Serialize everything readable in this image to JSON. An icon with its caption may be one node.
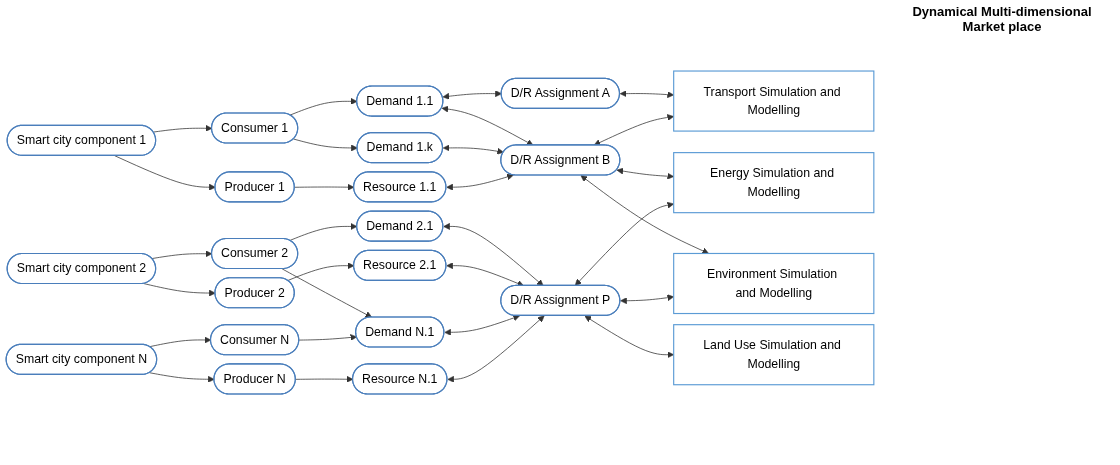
{
  "diagram": {
    "title": "Dynamical Multi-dimensional Market place",
    "nodes": [
      {
        "text": [
          "Smart city component 1"
        ]
      },
      {
        "text": [
          "Smart city component 2"
        ]
      },
      {
        "text": [
          "Smart city component N"
        ]
      },
      {
        "text": [
          "Consumer 1"
        ]
      },
      {
        "text": [
          "Producer 1"
        ]
      },
      {
        "text": [
          "Consumer 2"
        ]
      },
      {
        "text": [
          "Producer 2"
        ]
      },
      {
        "text": [
          "Consumer N"
        ]
      },
      {
        "text": [
          "Producer N"
        ]
      },
      {
        "text": [
          "Demand 1.1"
        ]
      },
      {
        "text": [
          "Demand 1.k"
        ]
      },
      {
        "text": [
          "Resource 1.1"
        ]
      },
      {
        "text": [
          "Demand 2.1"
        ]
      },
      {
        "text": [
          "Resource 2.1"
        ]
      },
      {
        "text": [
          "Demand N.1"
        ]
      },
      {
        "text": [
          "Resource N.1"
        ]
      },
      {
        "text": [
          "D/R Assignment A"
        ]
      },
      {
        "text": [
          "D/R Assignment B"
        ]
      },
      {
        "text": [
          "D/R Assignment P"
        ]
      },
      {
        "text": [
          "Transport Simulation and Modelling"
        ]
      },
      {
        "text": [
          "Energy Simulation and Modelling"
        ]
      },
      {
        "text": [
          "Land Use Simulation and Modelling"
        ]
      },
      {
        "text": [
          "Environment Simulation and Modelling"
        ]
      }
    ],
    "edges": [
      {
        "from": 0,
        "to": 3,
        "arrow": "to"
      },
      {
        "from": 0,
        "to": 4,
        "arrow": "to"
      },
      {
        "from": 1,
        "to": 5,
        "arrow": "to"
      },
      {
        "from": 1,
        "to": 6,
        "arrow": "to"
      },
      {
        "from": 2,
        "to": 7,
        "arrow": "to"
      },
      {
        "from": 2,
        "to": 8,
        "arrow": "to"
      },
      {
        "from": 3,
        "to": 9,
        "arrow": "to"
      },
      {
        "from": 3,
        "to": 10,
        "arrow": "to"
      },
      {
        "from": 4,
        "to": 11,
        "arrow": "to"
      },
      {
        "from": 5,
        "to": 12,
        "arrow": "to"
      },
      {
        "from": 5,
        "to": 14,
        "arrow": "to"
      },
      {
        "from": 6,
        "to": 13,
        "arrow": "to"
      },
      {
        "from": 7,
        "to": 14,
        "arrow": "to"
      },
      {
        "from": 8,
        "to": 15,
        "arrow": "to"
      },
      {
        "from": 9,
        "to": 16,
        "arrow": "both"
      },
      {
        "from": 9,
        "to": 17,
        "arrow": "both"
      },
      {
        "from": 10,
        "to": 17,
        "arrow": "both"
      },
      {
        "from": 11,
        "to": 17,
        "arrow": "both"
      },
      {
        "from": 12,
        "to": 18,
        "arrow": "both"
      },
      {
        "from": 13,
        "to": 18,
        "arrow": "both"
      },
      {
        "from": 14,
        "to": 18,
        "arrow": "both"
      },
      {
        "from": 15,
        "to": 18,
        "arrow": "both"
      },
      {
        "from": 16,
        "to": 19,
        "arrow": "both"
      },
      {
        "from": 17,
        "to": 19,
        "arrow": "both"
      },
      {
        "from": 17,
        "to": 20,
        "arrow": "both"
      },
      {
        "from": 17,
        "to": 22,
        "arrow": "both"
      },
      {
        "from": 18,
        "to": 20,
        "arrow": "both"
      },
      {
        "from": 18,
        "to": 21,
        "arrow": "both"
      },
      {
        "from": 18,
        "to": 22,
        "arrow": "both"
      }
    ]
  }
}
